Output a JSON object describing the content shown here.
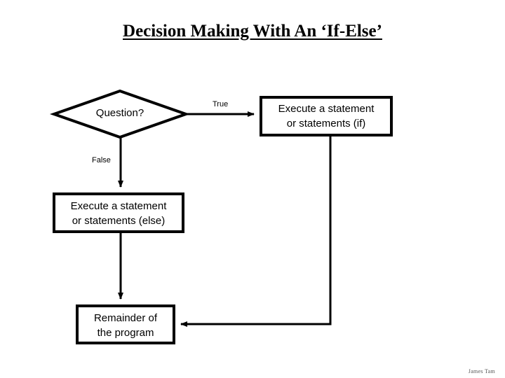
{
  "slide": {
    "title": "Decision Making With An ‘If-Else’",
    "footer_signature": "James Tam",
    "background_color": "#ffffff",
    "stroke_color": "#000000"
  },
  "diagram": {
    "type": "flowchart",
    "nodes": [
      {
        "id": "question",
        "shape": "diamond",
        "label": "Question?",
        "label_lines": [
          "Question?"
        ]
      },
      {
        "id": "if-branch",
        "shape": "rectangle",
        "label": "Execute a statement or statements (if)",
        "label_lines": [
          "Execute a statement",
          "or statements (if)"
        ]
      },
      {
        "id": "else-branch",
        "shape": "rectangle",
        "label": "Execute a statement or statements (else)",
        "label_lines": [
          "Execute a statement",
          "or statements (else)"
        ]
      },
      {
        "id": "remainder",
        "shape": "rectangle",
        "label": "Remainder of the program",
        "label_lines": [
          "Remainder of",
          "the program"
        ]
      }
    ],
    "edges": [
      {
        "id": "true-edge",
        "from": "question",
        "to": "if-branch",
        "label": "True"
      },
      {
        "id": "false-edge",
        "from": "question",
        "to": "else-branch",
        "label": "False"
      },
      {
        "id": "else-to-remainder",
        "from": "else-branch",
        "to": "remainder",
        "label": ""
      },
      {
        "id": "if-to-remainder",
        "from": "if-branch",
        "to": "remainder",
        "label": ""
      }
    ]
  }
}
